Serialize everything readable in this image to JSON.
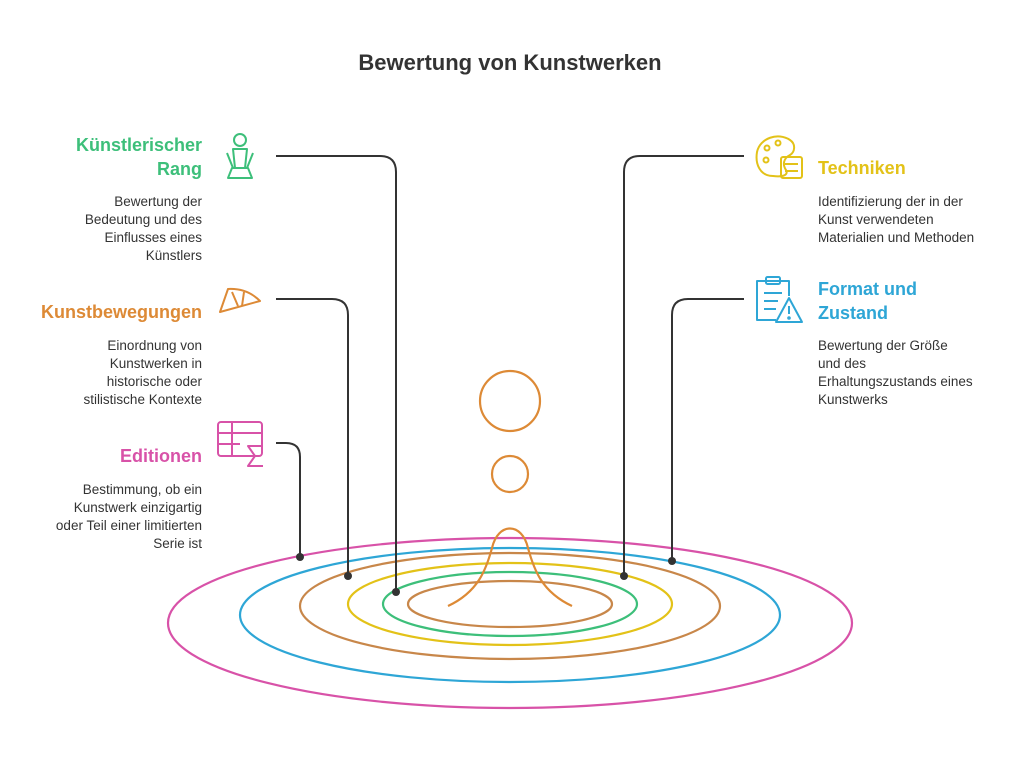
{
  "title": "Bewertung von Kunstwerken",
  "colors": {
    "green": "#3dbf7a",
    "orange": "#dd8a36",
    "pink": "#d852a8",
    "yellow": "#e3c218",
    "blue": "#2ea6d6",
    "brown": "#c8874a",
    "line": "#333333"
  },
  "items": [
    {
      "heading": "Künstlerischer Rang",
      "description": "Bewertung der Bedeutung und des Einflusses eines Künstlers",
      "icon": "podium-person-icon",
      "color": "green"
    },
    {
      "heading": "Kunstbewegungen",
      "description": "Einordnung von Kunstwerken in historische oder stilistische Kontexte",
      "icon": "fan-brush-icon",
      "color": "orange"
    },
    {
      "heading": "Editionen",
      "description": "Bestimmung, ob ein Kunstwerk einzigartig oder Teil einer limitierten Serie ist",
      "icon": "table-sigma-icon",
      "color": "pink"
    },
    {
      "heading": "Techniken",
      "description": "Identifizierung der in der Kunst verwendeten Materialien und Methoden",
      "icon": "palette-list-icon",
      "color": "yellow"
    },
    {
      "heading": "Format und Zustand",
      "description": "Bewertung der Größe und des Erhaltungszustands eines Kunstwerks",
      "icon": "clipboard-warning-icon",
      "color": "blue"
    }
  ]
}
